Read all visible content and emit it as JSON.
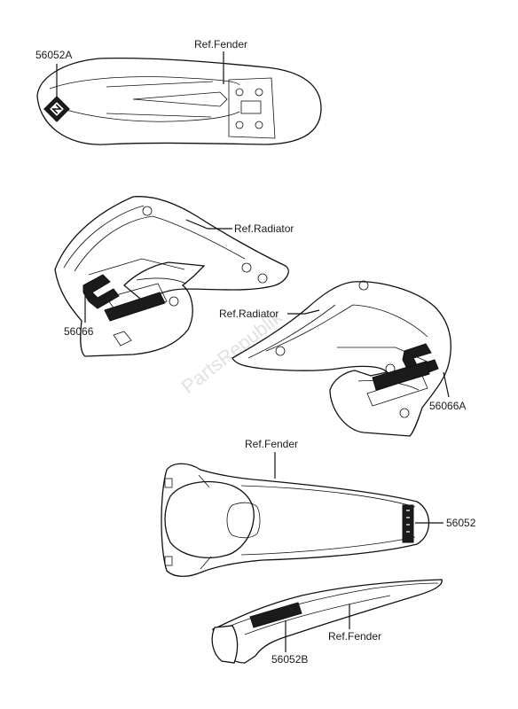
{
  "labels": {
    "front_fender_part": "56052A",
    "front_fender_ref": "Ref.Fender",
    "left_radiator_ref": "Ref.Radiator",
    "left_radiator_part": "56066",
    "right_radiator_ref": "Ref.Radiator",
    "right_radiator_part": "56066A",
    "rear_fender_ref": "Ref.Fender",
    "rear_fender_part": "56052",
    "side_panel_part": "56052B",
    "side_panel_ref": "Ref.Fender"
  },
  "watermark": "PartsRepublik"
}
